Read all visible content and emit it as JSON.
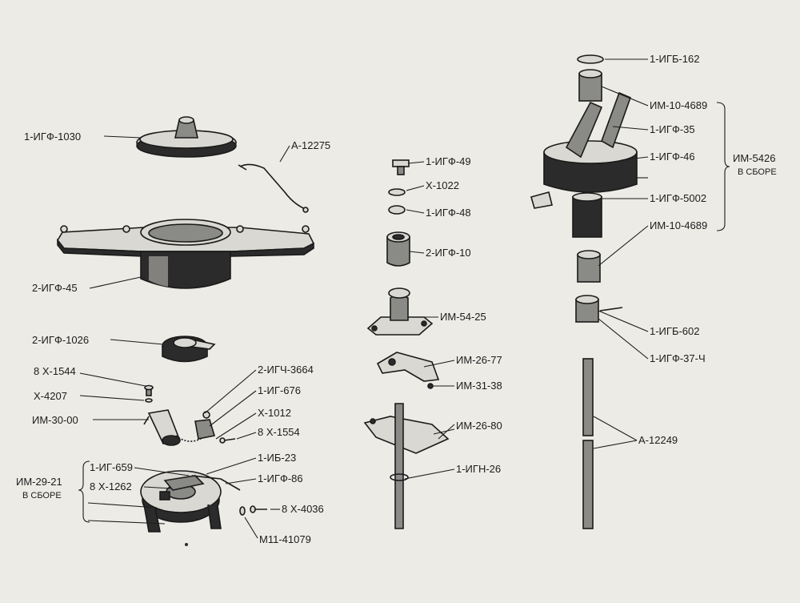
{
  "labels": {
    "l1": "1-ИГФ-1030",
    "l2": "А-12275",
    "l3": "2-ИГФ-45",
    "l4": "2-ИГФ-1026",
    "l5": "8 Х-1544",
    "l6": "2-ИГЧ-3664",
    "l7": "Х-4207",
    "l8": "1-ИГ-676",
    "l9": "ИМ-30-00",
    "l10": "Х-1012",
    "l11": "8 Х-1554",
    "l12": "1-ИБ-23",
    "l13": "1-ИГ-659",
    "l14": "ИМ-29-21",
    "l15": "В СБОРЕ",
    "l16": "8 Х-1262",
    "l17": "1-ИГФ-86",
    "l18": "8 Х-4036",
    "l19": "М11-41079",
    "l20": "1-ИГФ-49",
    "l21": "Х-1022",
    "l22": "1-ИГФ-48",
    "l23": "2-ИГФ-10",
    "l24": "ИМ-54-25",
    "l25": "ИМ-26-77",
    "l26": "ИМ-31-38",
    "l27": "ИМ-26-80",
    "l28": "1-ИГН-26",
    "l29": "1-ИГБ-162",
    "l30": "ИМ-10-4689",
    "l31": "1-ИГФ-35",
    "l32": "1-ИГФ-46",
    "l33": "ИМ-5426",
    "l34": "В СБОРЕ",
    "l35": "1-ИГФ-5002",
    "l36": "ИМ-10-4689",
    "l37": "1-ИГБ-602",
    "l38": "1-ИГФ-37-Ч",
    "l39": "А-12249"
  }
}
